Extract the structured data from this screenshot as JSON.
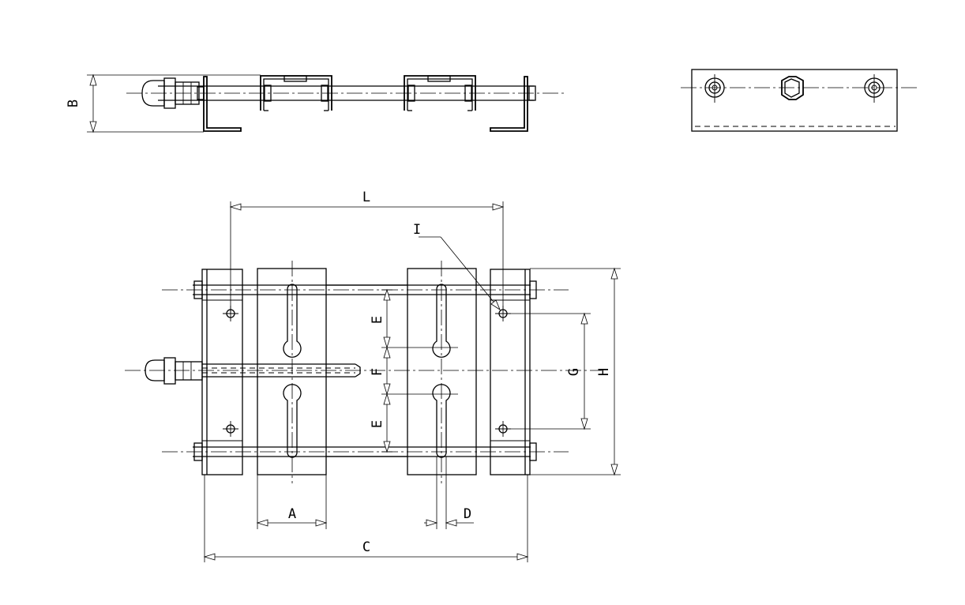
{
  "labels": {
    "A": "A",
    "B": "B",
    "C": "C",
    "D": "D",
    "E_upper": "E",
    "E_lower": "E",
    "F": "F",
    "G": "G",
    "H": "H",
    "I": "I",
    "L": "L"
  }
}
